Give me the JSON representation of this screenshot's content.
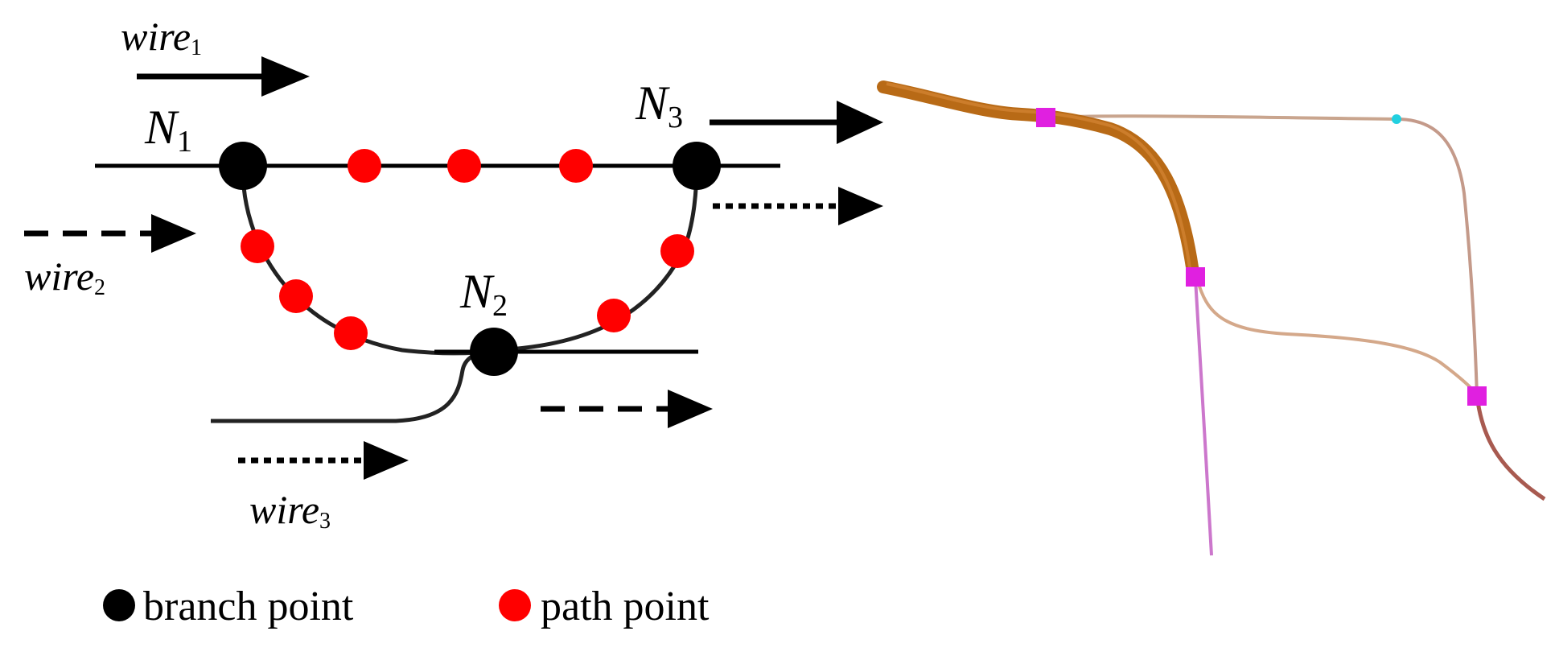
{
  "wires": [
    {
      "name": "wire",
      "subscript": "1"
    },
    {
      "name": "wire",
      "subscript": "2"
    },
    {
      "name": "wire",
      "subscript": "3"
    }
  ],
  "nodes": [
    {
      "name": "N",
      "subscript": "1"
    },
    {
      "name": "N",
      "subscript": "2"
    },
    {
      "name": "N",
      "subscript": "3"
    }
  ],
  "legend": {
    "branch_point": "branch point",
    "path_point": "path point"
  },
  "colors": {
    "branch_point": "#000000",
    "path_point": "#ff0000",
    "thick_wire": "#b86a16",
    "thin_wire_upper": "#c9a58e",
    "thin_wire_lower": "#d4a88a",
    "thin_wire_right": "#c49a8a",
    "thin_wire_tail": "#a85a50",
    "pink_wire": "#cc77cc",
    "junction": "#e020e0",
    "cyan_point": "#22d0e0"
  }
}
